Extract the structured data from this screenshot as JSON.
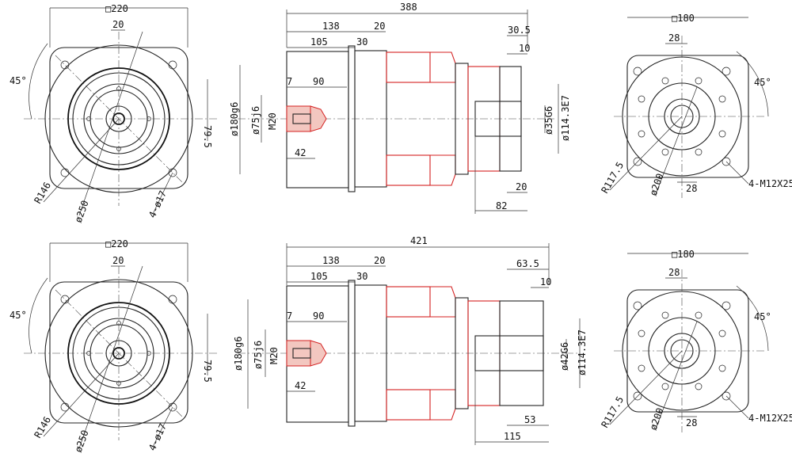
{
  "top": {
    "flange_view": {
      "square": "□220",
      "width_20": "20",
      "angle": "45°",
      "dim_79_5": "79.5",
      "radius": "R146",
      "dia_250": "ø250",
      "holes": "4-ø17"
    },
    "side_view": {
      "overall": "388",
      "d138": "138",
      "d20": "20",
      "d105": "105",
      "d30": "30",
      "d30_5": "30.5",
      "d10": "10",
      "d7": "7",
      "d90": "90",
      "d42": "42",
      "d180": "ø180g6",
      "d75": "ø75j6",
      "m20": "M20",
      "d35": "ø35G6",
      "d114": "ø114.3E7",
      "d20b": "20",
      "d82": "82"
    },
    "motor_view": {
      "square": "□180",
      "w28": "28",
      "angle": "45°",
      "radius": "R117.5",
      "dia_200": "ø200",
      "w28b": "28",
      "holes": "4-M12X25"
    }
  },
  "bottom": {
    "flange_view": {
      "square": "□220",
      "width_20": "20",
      "angle": "45°",
      "dim_79_5": "79.5",
      "radius": "R146",
      "dia_250": "ø250",
      "holes": "4-ø17"
    },
    "side_view": {
      "overall": "421",
      "d138": "138",
      "d20": "20",
      "d105": "105",
      "d30": "30",
      "d63_5": "63.5",
      "d10": "10",
      "d7": "7",
      "d90": "90",
      "d42": "42",
      "d180": "ø180g6",
      "d75": "ø75j6",
      "m20": "M20",
      "d42g6": "ø42G6",
      "d114": "ø114.3E7",
      "d53": "53",
      "d115": "115"
    },
    "motor_view": {
      "square": "□180",
      "w28": "28",
      "angle": "45°",
      "radius": "R117.5",
      "dia_200": "ø200",
      "w28b": "28",
      "holes": "4-M12X25"
    }
  }
}
